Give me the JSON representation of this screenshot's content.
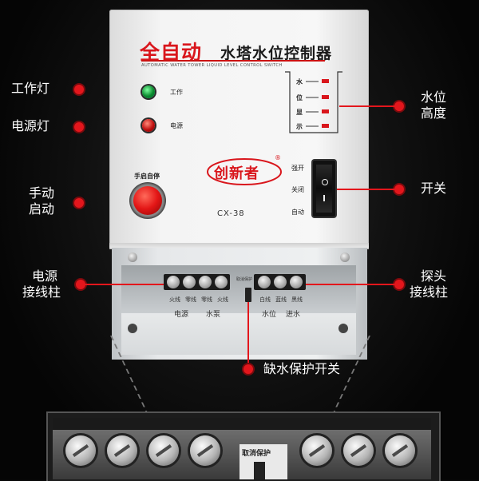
{
  "device": {
    "title_red": "全自动",
    "title_black": "水塔水位控制器",
    "title_en": "AUTOMATIC WATER TOWER LIQUID LEVEL CONTROL SWITCH",
    "work_led_label": "工作",
    "power_led_label": "电源",
    "manual_button_label": "手启自停",
    "brand_name": "创新者",
    "brand_mark": "®",
    "model": "CX-38",
    "gauge_labels": [
      "水",
      "位",
      "显",
      "示"
    ],
    "switch_labels": [
      "强开",
      "关闭",
      "自动"
    ],
    "terminal_labels_left": [
      "火线",
      "零线",
      "零线",
      "火线"
    ],
    "terminal_group_left": [
      "电源",
      "水泵"
    ],
    "terminal_labels_right": [
      "白线",
      "蓝线",
      "黑线"
    ],
    "terminal_group_right": [
      "水位",
      "进水"
    ],
    "protect_label": "取消保护"
  },
  "callouts": {
    "work_light": "工作灯",
    "power_light": "电源灯",
    "manual_start_1": "手动",
    "manual_start_2": "启动",
    "power_terminal_1": "电源",
    "power_terminal_2": "接线柱",
    "water_level_1": "水位",
    "water_level_2": "高度",
    "switch": "开关",
    "probe_terminal_1": "探头",
    "probe_terminal_2": "接线柱",
    "water_protect": "缺水保护开关"
  },
  "zoom": {
    "protect_label": "取消保护"
  },
  "colors": {
    "accent_red": "#e3161c",
    "led_green": "#0a8a2e",
    "led_red": "#c01010",
    "panel": "#f4f4f4"
  }
}
